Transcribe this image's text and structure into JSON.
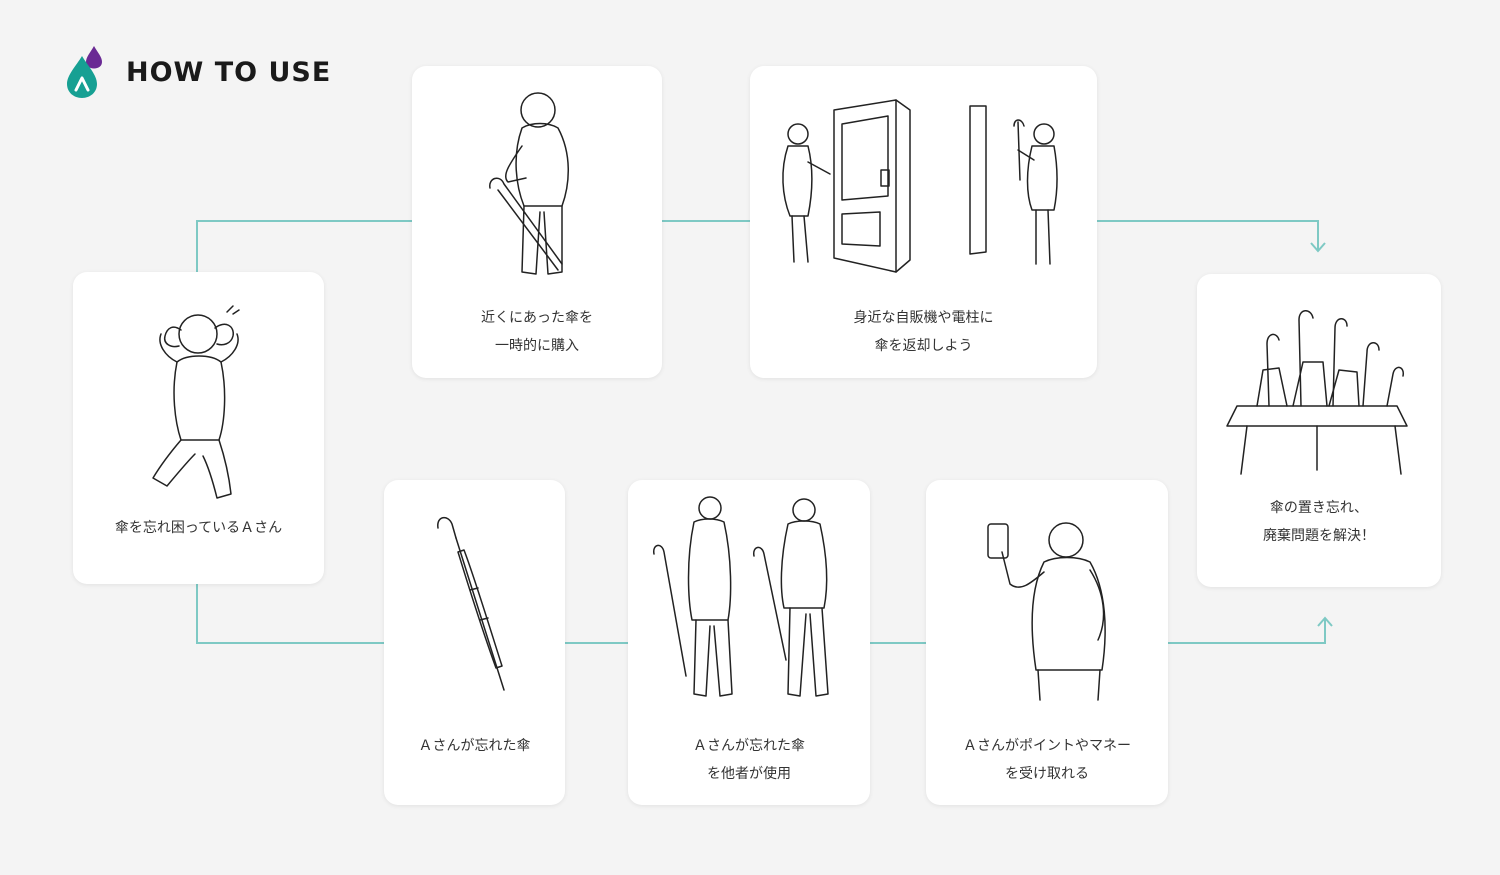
{
  "header": {
    "title": "HOW TO USE"
  },
  "colors": {
    "connector": "#7ec9c4",
    "logo_teal": "#16a093",
    "logo_purple": "#6a2a94",
    "card_bg": "#ffffff",
    "page_bg": "#f4f4f4"
  },
  "steps": [
    {
      "id": "step1",
      "lines": [
        "傘を忘れ困っているＡさん"
      ]
    },
    {
      "id": "step2",
      "lines": [
        "近くにあった傘を",
        "一時的に購入"
      ]
    },
    {
      "id": "step3",
      "lines": [
        "身近な自販機や電柱に",
        "傘を返却しよう"
      ]
    },
    {
      "id": "step4",
      "lines": [
        "傘の置き忘れ、",
        "廃棄問題を解決！"
      ]
    },
    {
      "id": "step5",
      "lines": [
        "Ａさんが忘れた傘"
      ]
    },
    {
      "id": "step6",
      "lines": [
        "Ａさんが忘れた傘",
        "を他者が使用"
      ]
    },
    {
      "id": "step7",
      "lines": [
        "Ａさんがポイントやマネー",
        "を受け取れる"
      ]
    }
  ]
}
